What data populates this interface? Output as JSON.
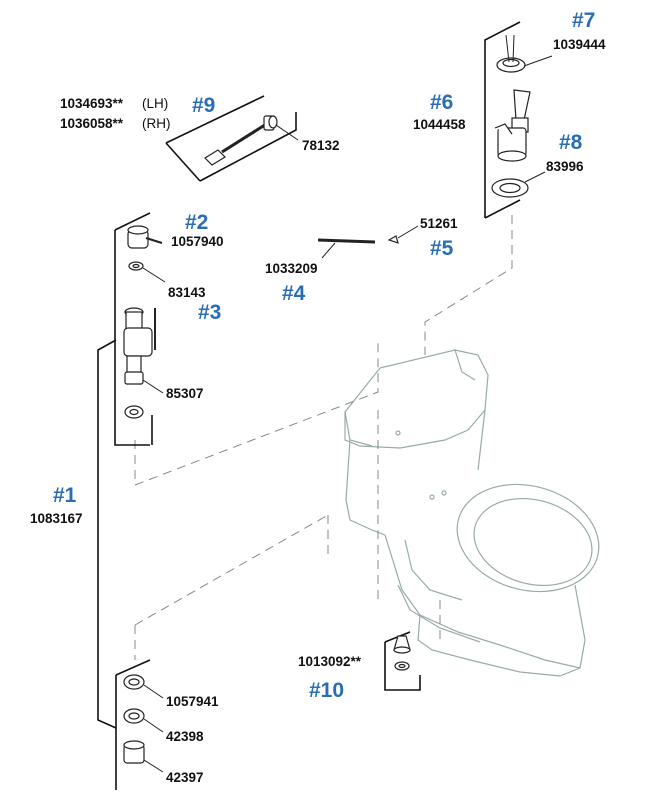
{
  "parts": [
    {
      "ref": "#1",
      "number": "1083167"
    },
    {
      "ref": "#2",
      "number": "1057940"
    },
    {
      "ref": "#3",
      "number": "83143"
    },
    {
      "ref": "#4",
      "number": "1033209"
    },
    {
      "ref": "#5",
      "number": "51261"
    },
    {
      "ref": "#6",
      "number": "1044458"
    },
    {
      "ref": "#7",
      "number": "1039444"
    },
    {
      "ref": "#8",
      "number": "83996"
    },
    {
      "ref": "#9",
      "number_lh": "1034693**",
      "lh_suffix": "(LH)",
      "number_rh": "1036058**",
      "rh_suffix": "(RH)",
      "extra": "78132"
    },
    {
      "ref": "#10",
      "number": "1013092**"
    }
  ],
  "loose_parts": [
    "85307",
    "1057941",
    "42398",
    "42397"
  ]
}
